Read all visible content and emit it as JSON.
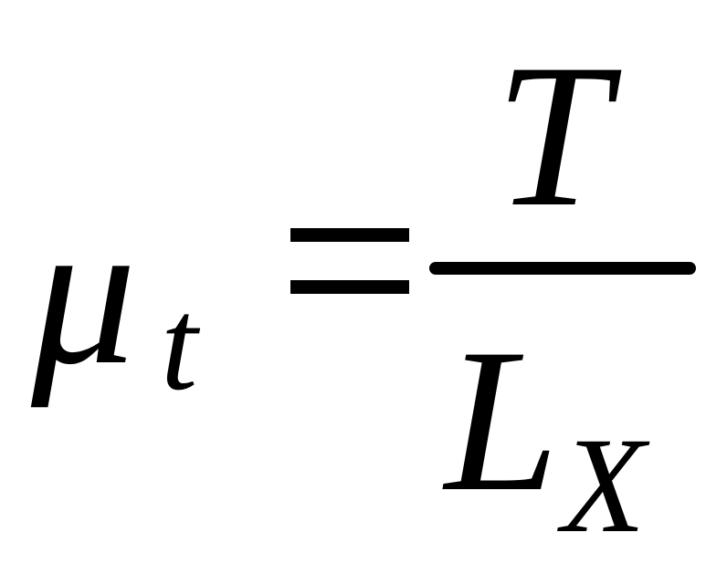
{
  "formula": {
    "lhs_symbol": "μ",
    "lhs_subscript": "t",
    "operator": "=",
    "numerator": "T",
    "denominator": "L",
    "denominator_subscript": "X"
  }
}
